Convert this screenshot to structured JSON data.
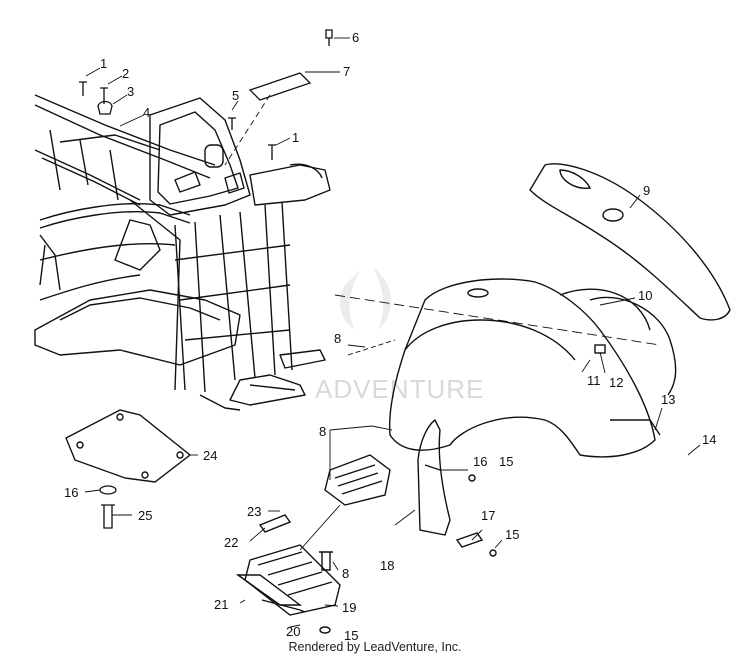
{
  "diagram": {
    "callouts": [
      "1",
      "2",
      "3",
      "4",
      "5",
      "6",
      "7",
      "1",
      "9",
      "10",
      "8",
      "11",
      "12",
      "13",
      "14",
      "8",
      "16",
      "15",
      "17",
      "15",
      "18",
      "24",
      "16",
      "25",
      "23",
      "22",
      "8",
      "21",
      "19",
      "20",
      "15"
    ]
  },
  "watermark": "ADVENTURE",
  "footer": {
    "credit": "Rendered by LeadVenture, Inc."
  }
}
